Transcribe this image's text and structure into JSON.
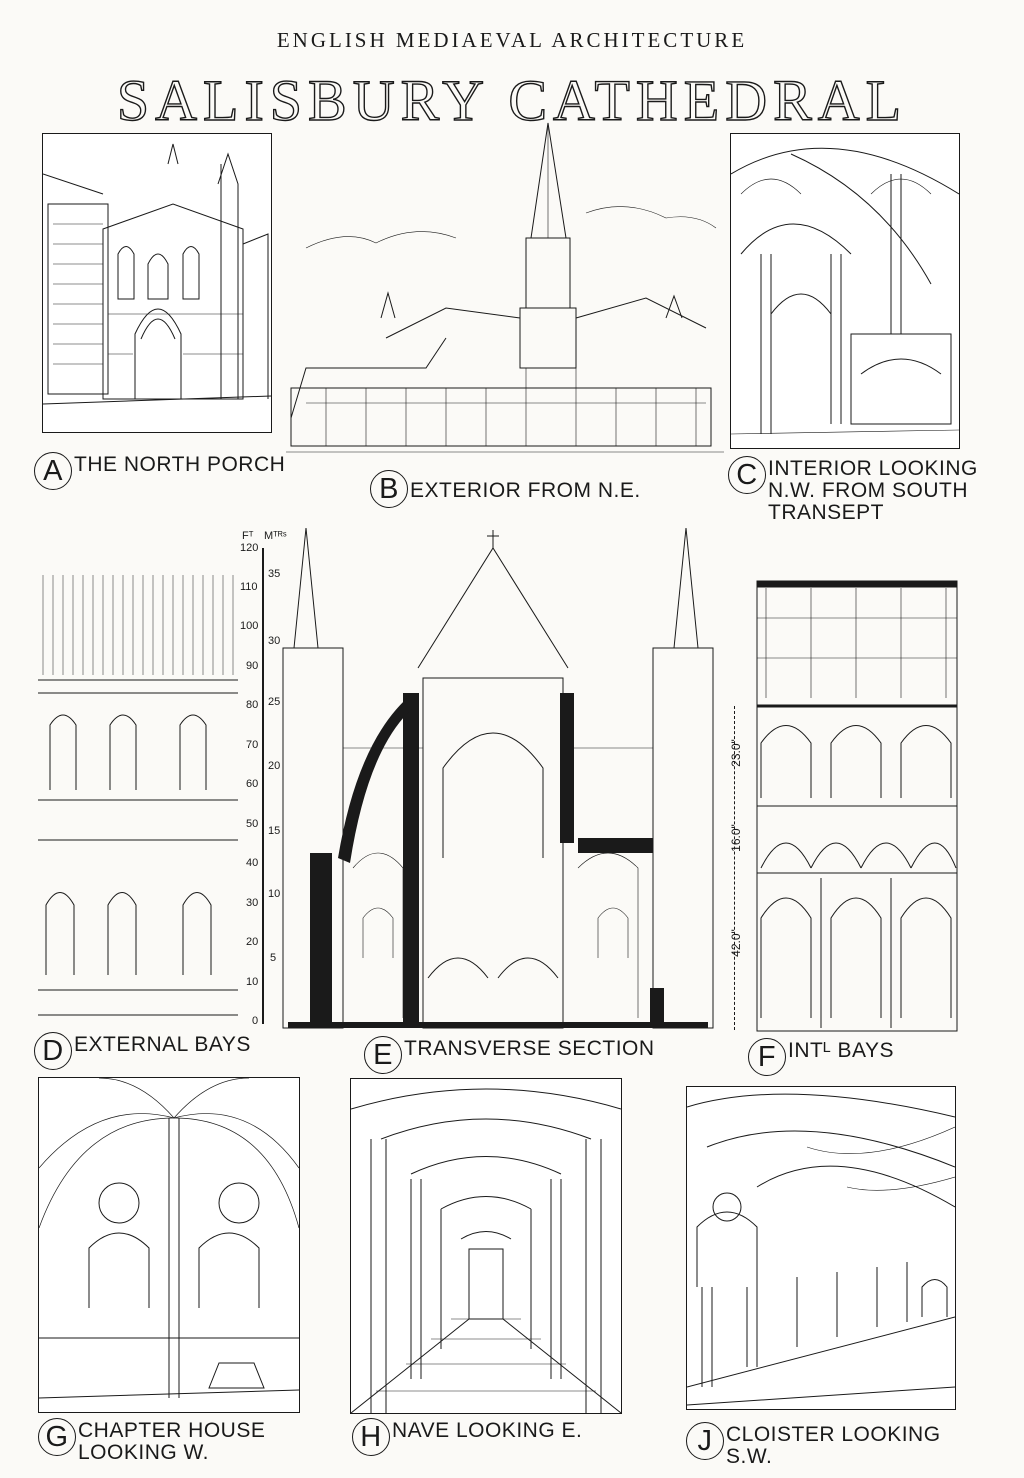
{
  "header": "ENGLISH MEDIAEVAL ARCHITECTURE",
  "title": "SALISBURY CATHEDRAL",
  "panels": {
    "a": {
      "letter": "A",
      "lines": [
        "THE NORTH PORCH"
      ]
    },
    "b": {
      "letter": "B",
      "lines": [
        "EXTERIOR FROM N.E."
      ]
    },
    "c": {
      "letter": "C",
      "lines": [
        "INTERIOR LOOKING",
        "N.W. FROM SOUTH",
        "TRANSEPT"
      ]
    },
    "d": {
      "letter": "D",
      "lines": [
        "EXTERNAL BAYS"
      ]
    },
    "e": {
      "letter": "E",
      "lines": [
        "TRANSVERSE SECTION"
      ]
    },
    "f": {
      "letter": "F",
      "lines": [
        "INTᴸ BAYS"
      ]
    },
    "g": {
      "letter": "G",
      "lines": [
        "CHAPTER HOUSE",
        "LOOKING W."
      ]
    },
    "h": {
      "letter": "H",
      "lines": [
        "NAVE LOOKING E."
      ]
    },
    "j": {
      "letter": "J",
      "lines": [
        "CLOISTER LOOKING",
        "S.W."
      ]
    }
  },
  "scale": {
    "feet_unit": "Fᵀ",
    "metres_unit": "Mᵀᴿˢ",
    "feet_ticks": [
      "120",
      "110",
      "100",
      "90",
      "80",
      "70",
      "60",
      "50",
      "40",
      "30",
      "20",
      "10",
      "0"
    ],
    "metre_ticks": [
      "35",
      "30",
      "25",
      "20",
      "15",
      "10",
      "5"
    ]
  },
  "dimensions": [
    "23.0\"",
    "16.0\"",
    "42.0\""
  ]
}
